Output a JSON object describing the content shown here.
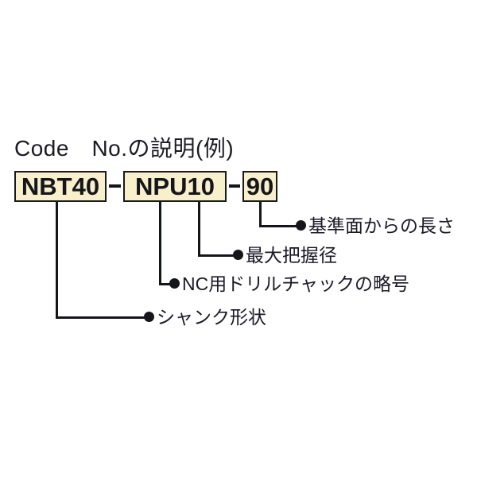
{
  "diagram": {
    "title": "Code　No.の説明(例)",
    "code_boxes": [
      {
        "id": "shank",
        "value": "NBT40"
      },
      {
        "id": "chuck",
        "value": "NPU10"
      },
      {
        "id": "length",
        "value": "90"
      }
    ],
    "separators": [
      "–",
      "–"
    ],
    "annotations": [
      {
        "id": "length-from-datum",
        "label": "基準面からの長さ"
      },
      {
        "id": "max-grip-diameter",
        "label": "最大把握径"
      },
      {
        "id": "nc-drill-chuck-abbr",
        "label": "NC用ドリルチャックの略号"
      },
      {
        "id": "shank-shape",
        "label": "シャンク形状"
      }
    ],
    "colors": {
      "box_fill": "#f7f0cb",
      "box_border": "#1a1a1a",
      "text": "#15151c",
      "background": "#ffffff"
    }
  }
}
